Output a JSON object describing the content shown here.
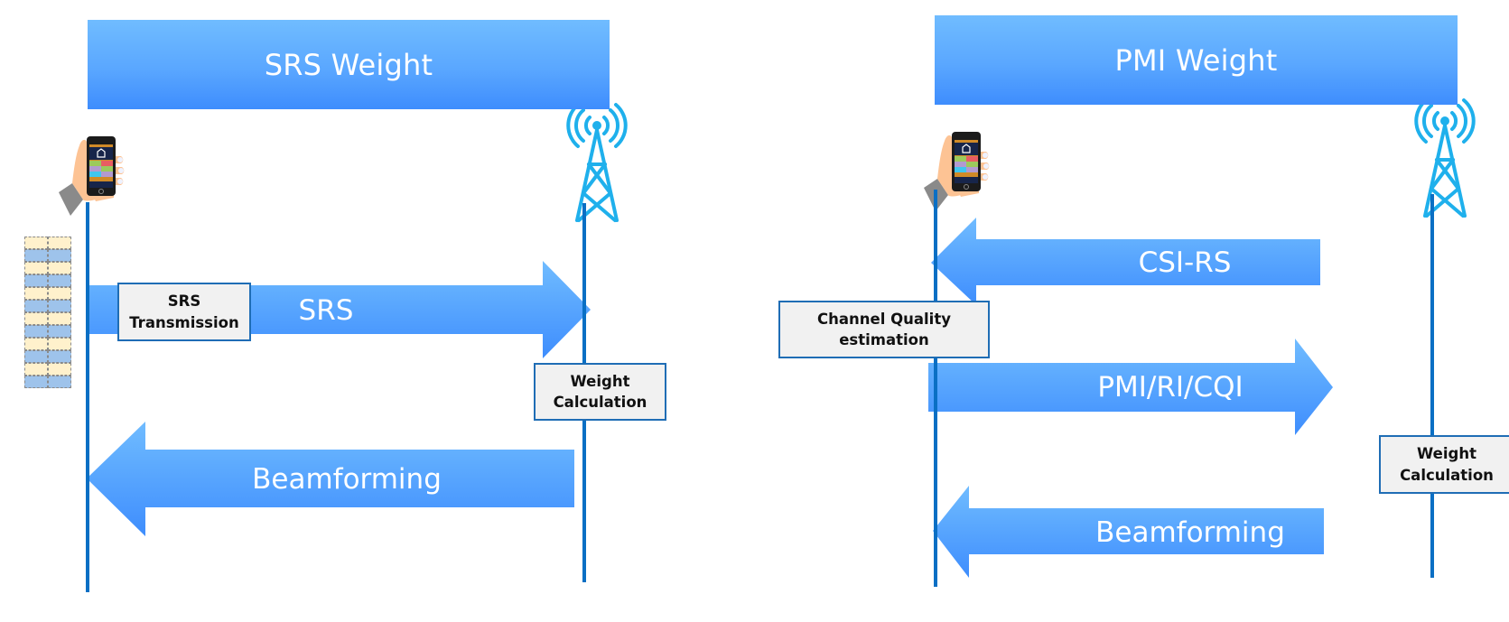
{
  "panels": [
    {
      "id": "srs",
      "title": "SRS Weight",
      "messages": [
        {
          "label": "SRS",
          "direction": "ue-to-gnb"
        },
        {
          "label": "Beamforming",
          "direction": "gnb-to-ue"
        }
      ],
      "notes": [
        {
          "text": "SRS\nTransmission",
          "attached_to": "ue"
        },
        {
          "text": "Weight\nCalculation",
          "attached_to": "gnb"
        }
      ],
      "resource_grid": {
        "rows": 12,
        "columns": 2,
        "pattern": [
          "yellow",
          "blue",
          "yellow",
          "blue",
          "yellow",
          "blue",
          "yellow",
          "blue",
          "yellow",
          "blue",
          "yellow",
          "blue"
        ]
      }
    },
    {
      "id": "pmi",
      "title": "PMI Weight",
      "messages": [
        {
          "label": "CSI-RS",
          "direction": "gnb-to-ue"
        },
        {
          "label": "PMI/RI/CQI",
          "direction": "ue-to-gnb"
        },
        {
          "label": "Beamforming",
          "direction": "gnb-to-ue"
        }
      ],
      "notes": [
        {
          "text": "Channel Quality\nestimation",
          "attached_to": "ue"
        },
        {
          "text": "Weight\nCalculation",
          "attached_to": "gnb"
        }
      ]
    }
  ],
  "actors": {
    "ue": {
      "icon": "hand-holding-phone-icon"
    },
    "gnb": {
      "icon": "cell-tower-icon"
    }
  },
  "colors": {
    "arrow_top": "#70bcff",
    "arrow_bottom": "#3e8dfd",
    "lifeline": "#0a6fc4",
    "note_border": "#1f6db5",
    "note_bg": "#f1f1f1",
    "tower": "#1fb0ec",
    "grid_yellow": "#fff1cc",
    "grid_blue": "#9ec3eb"
  }
}
